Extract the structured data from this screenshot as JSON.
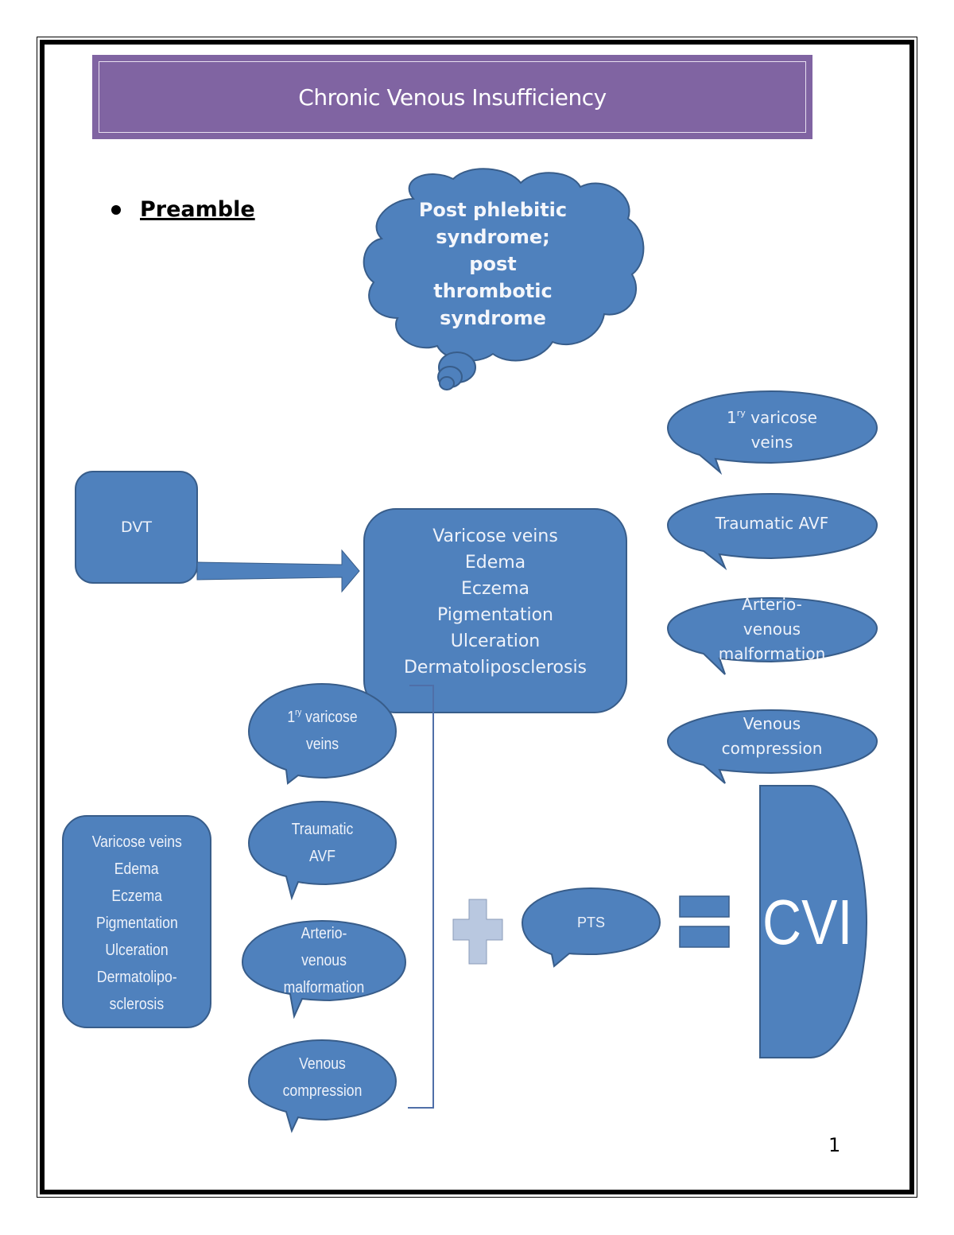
{
  "header": {
    "title": "Chronic Venous Insufficiency"
  },
  "section": {
    "bullet_label": "Preamble"
  },
  "cloud": {
    "lines": [
      "Post phlebitic",
      "syndrome;",
      "post",
      "thrombotic",
      "syndrome"
    ]
  },
  "dvt_box": {
    "label": "DVT"
  },
  "main_box": {
    "lines": [
      "Varicose veins",
      "Edema",
      "Eczema",
      "Pigmentation",
      "Ulceration",
      "Dermatoliposclerosis"
    ]
  },
  "right_callouts": [
    {
      "prefix": "1",
      "sup": "ry",
      "rest": " varicose",
      "line2": "veins"
    },
    {
      "line1": "Traumatic AVF"
    },
    {
      "line1": "Arterio-",
      "line2": "venous",
      "line3": "malformation"
    },
    {
      "line1": "Venous",
      "line2": "compression"
    }
  ],
  "left_box": {
    "lines": [
      "Varicose veins",
      "Edema",
      "Eczema",
      "Pigmentation",
      "Ulceration",
      "Dermatolipo-",
      "sclerosis"
    ]
  },
  "middle_callouts": [
    {
      "prefix": "1",
      "sup": "ry",
      "rest": " varicose",
      "line2": "veins"
    },
    {
      "line1": "Traumatic",
      "line2": "AVF"
    },
    {
      "line1": "Arterio-",
      "line2": "venous",
      "line3": "malformation"
    },
    {
      "line1": "Venous",
      "line2": "compression"
    }
  ],
  "equation": {
    "plus_symbol": "+",
    "pts_label": "PTS",
    "equals_symbol": "=",
    "result_label": "CVI"
  },
  "footer": {
    "page_number": "1"
  },
  "colors": {
    "shape_fill": "#4f81bd",
    "shape_stroke": "#385d8a",
    "title_fill": "#8064a2",
    "plus_fill": "#b9c8e0"
  }
}
